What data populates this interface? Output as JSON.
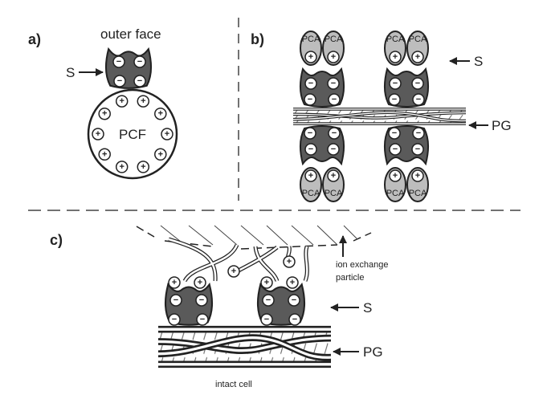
{
  "panel_a": {
    "label": "a)",
    "outer_face": "outer face",
    "s_label": "S",
    "core_label": "PCF"
  },
  "panel_b": {
    "label": "b)",
    "pca_label": "PCA",
    "s_label": "S",
    "pg_label": "PG"
  },
  "panel_c": {
    "label": "c)",
    "particle_line1": "ion exchange",
    "particle_line2": "particle",
    "s_label": "S",
    "pg_label": "PG",
    "bottom_label": "intact cell"
  },
  "symbols": {
    "plus": "+",
    "minus": "−"
  },
  "colors": {
    "protein": "#5a5a5a",
    "pca": "#bdbdbd",
    "outline": "#222222"
  }
}
